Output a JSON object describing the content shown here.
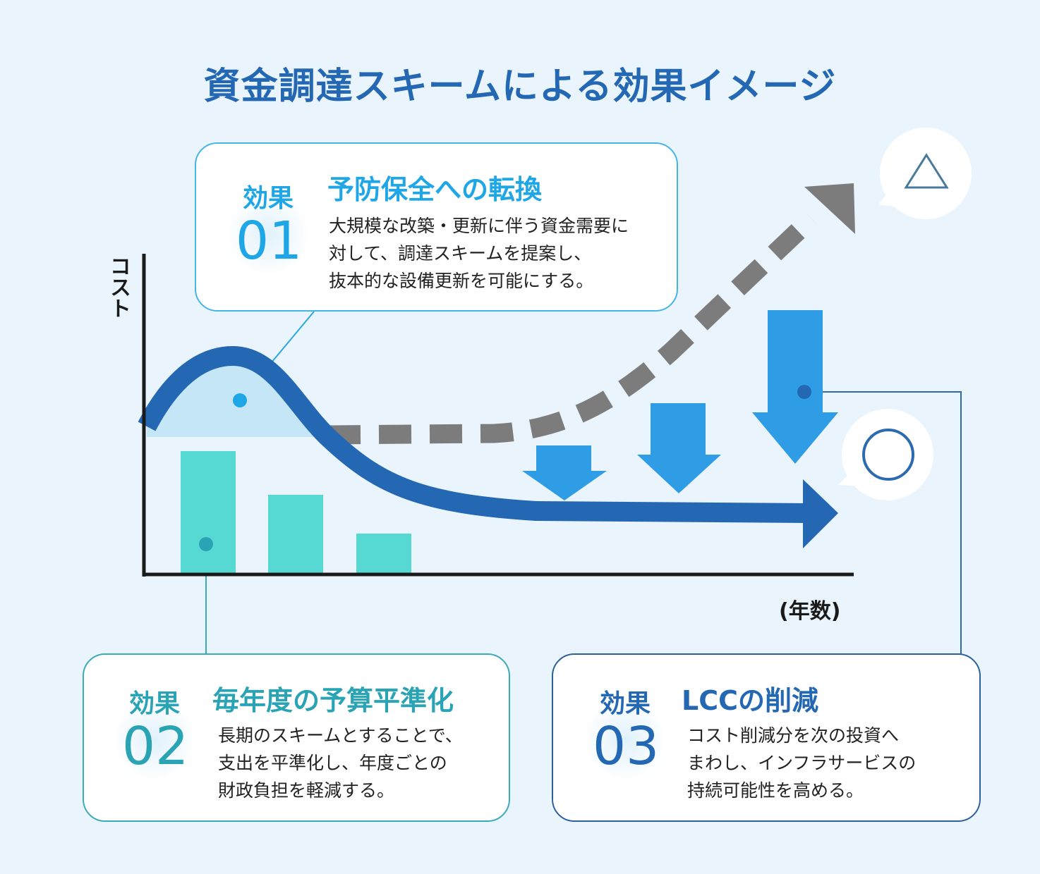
{
  "title": "資金調達スキームによる効果イメージ",
  "axes": {
    "y_label": "コスト",
    "x_label": "(年数)"
  },
  "effects": [
    {
      "label": "効果",
      "number": "01",
      "heading": "予防保全への転換",
      "lines": [
        "大規模な改築・更新に伴う資金需要に",
        "対して、調達スキームを提案し、",
        "抜本的な設備更新を可能にする。"
      ],
      "color": "#1fa6e6"
    },
    {
      "label": "効果",
      "number": "02",
      "heading": "毎年度の予算平準化",
      "lines": [
        "長期のスキームとすることで、",
        "支出を平準化し、年度ごとの",
        "財政負担を軽減する。"
      ],
      "color": "#2aa3b5"
    },
    {
      "label": "効果",
      "number": "03",
      "heading": "LCCの削減",
      "lines": [
        "コスト削減分を次の投資へ",
        "まわし、インフラサービスの",
        "持続可能性を高める。"
      ],
      "color": "#2468b4"
    }
  ],
  "markers": {
    "without_scheme": "triangle-icon",
    "with_scheme": "circle-icon"
  },
  "colors": {
    "solid_curve": "#2468b4",
    "dashed_curve": "#7c7c7c",
    "bars": "#56d8d3",
    "down_arrows": "#2f9de6"
  }
}
